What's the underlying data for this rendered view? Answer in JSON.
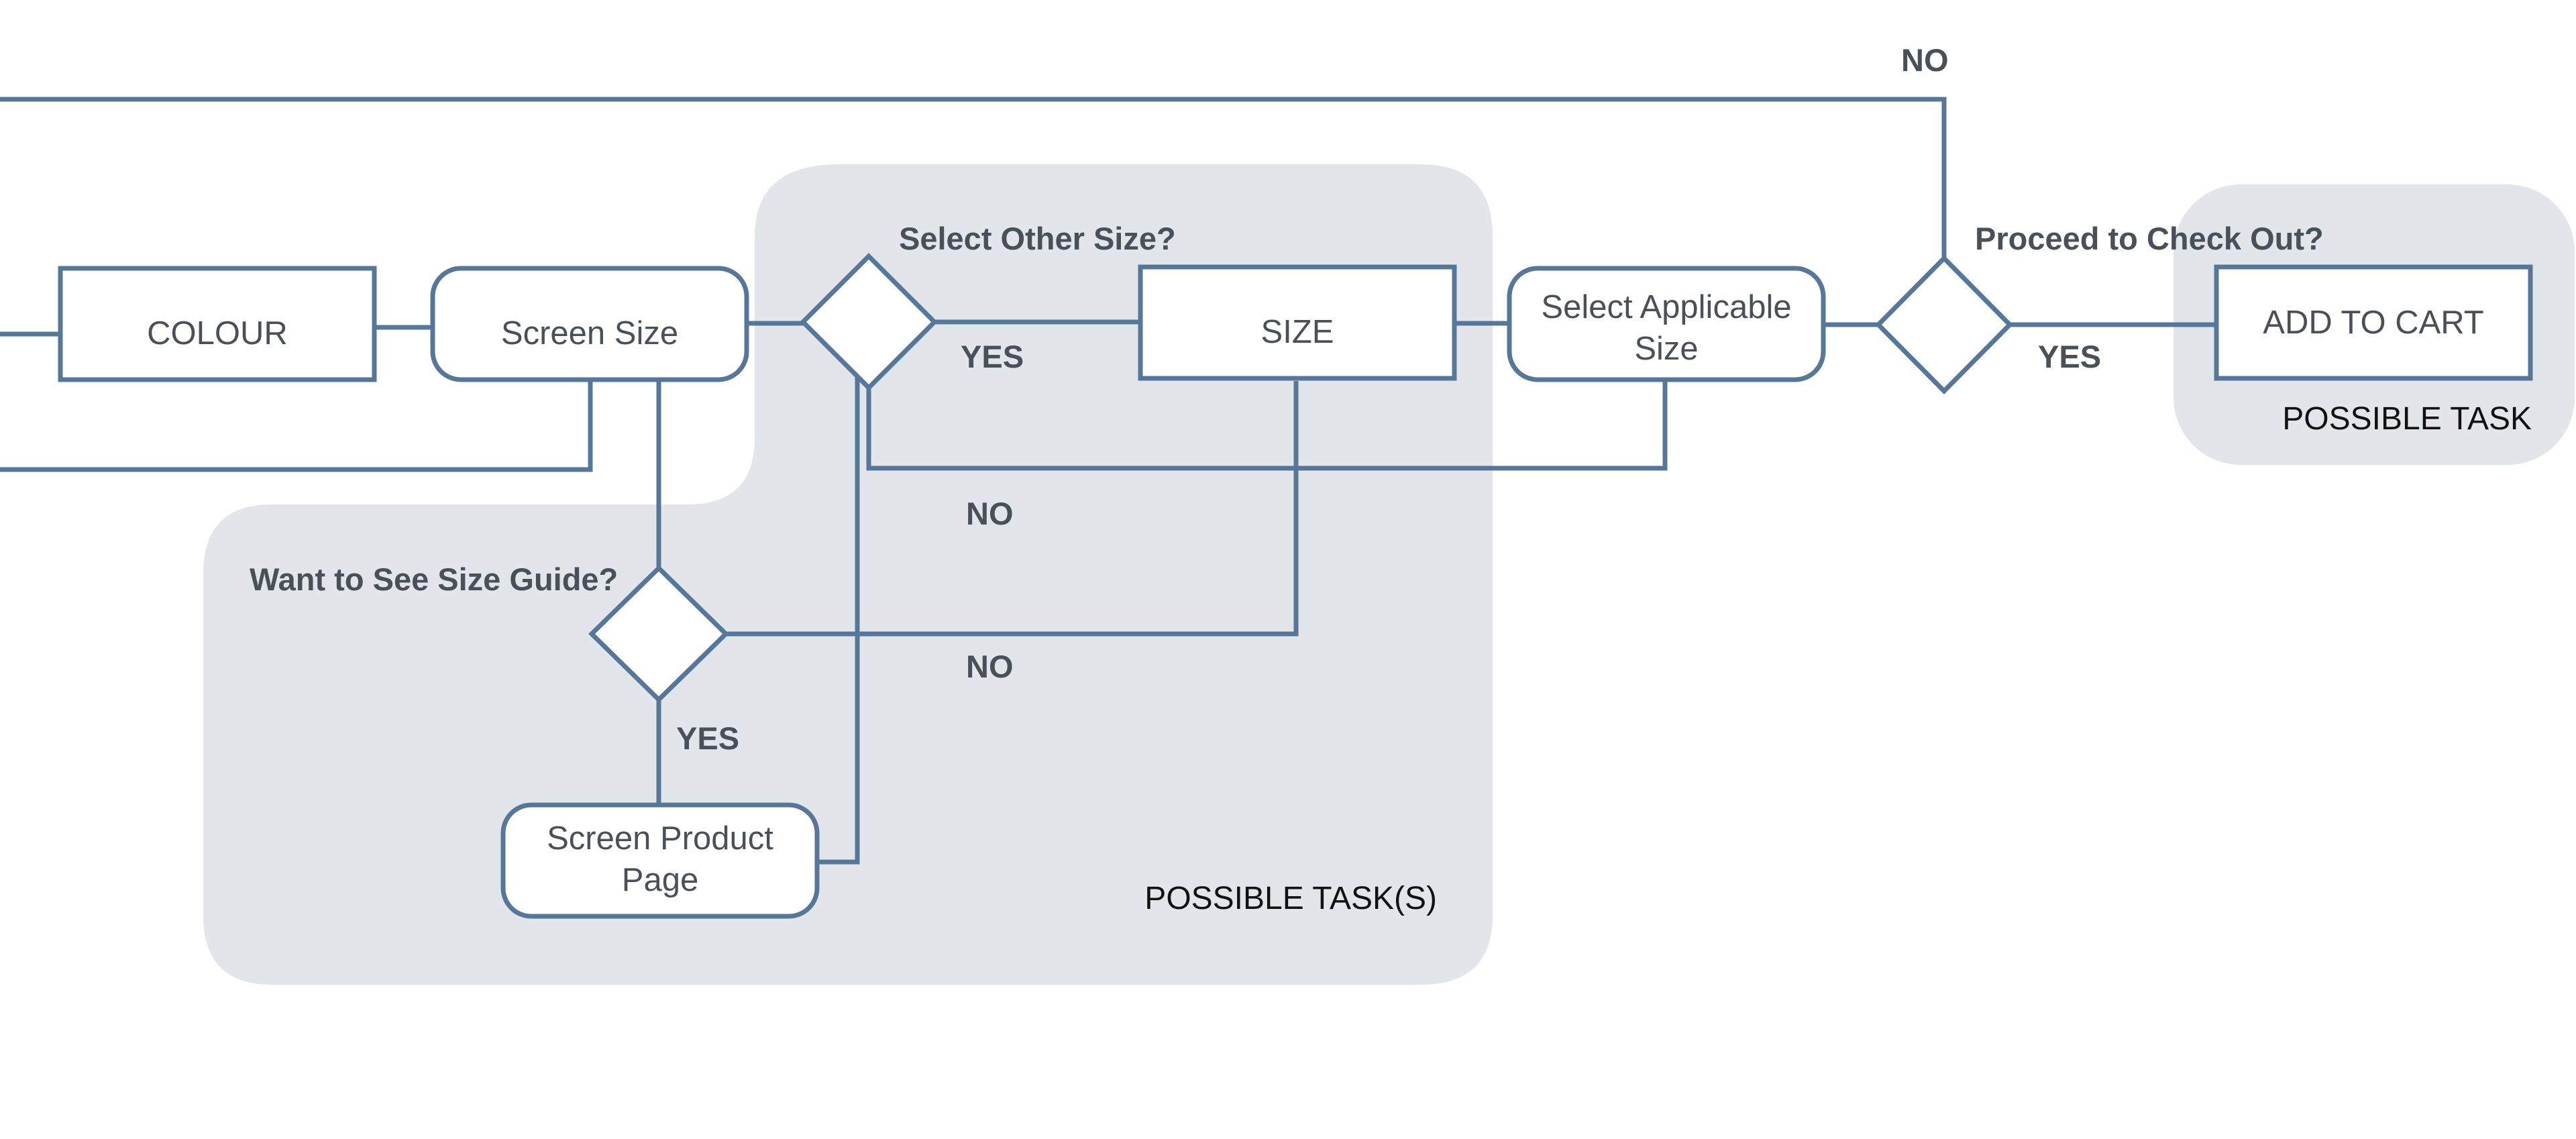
{
  "colors": {
    "line": "#56779a",
    "region_fill": "#e2e6eb",
    "node_fill": "#ffffff",
    "text": "#4a5058",
    "region_text": "#111111"
  },
  "nodes": {
    "colour": "COLOUR",
    "screen_size": "Screen Size",
    "size": "SIZE",
    "select_applicable_size": [
      "Select Applicable",
      "Size"
    ],
    "screen_product_page": [
      "Screen Product",
      "Page"
    ],
    "add_to_cart": "ADD TO CART"
  },
  "decisions": {
    "select_other_size": "Select Other Size?",
    "want_size_guide": "Want to See Size Guide?",
    "proceed_checkout": "Proceed to Check Out?"
  },
  "branches": {
    "top_no": "NO",
    "other_size_yes": "YES",
    "other_size_no": "NO",
    "size_guide_no": "NO",
    "size_guide_yes": "YES",
    "checkout_yes": "YES"
  },
  "regions": {
    "possible_tasks": "POSSIBLE TASK(S)",
    "possible_task": "POSSIBLE TASK"
  }
}
